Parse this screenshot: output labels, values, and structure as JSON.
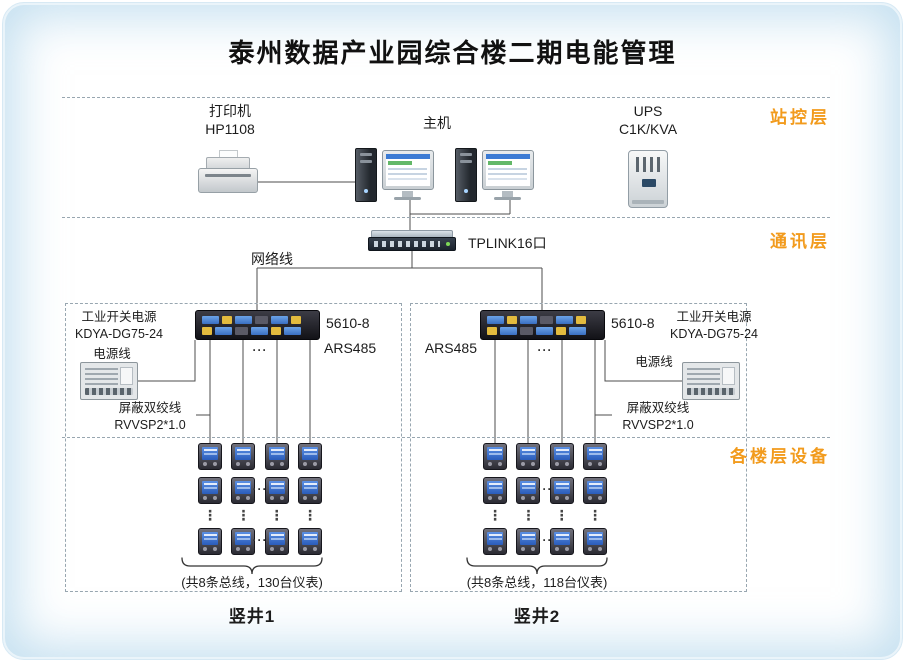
{
  "title": "泰州数据产业园综合楼二期电能管理",
  "layer_labels": {
    "station": "站控层",
    "communication": "通讯层",
    "floor_devices": "各楼层设备"
  },
  "station_layer": {
    "printer": {
      "name": "打印机",
      "model": "HP1108"
    },
    "host": {
      "name": "主机"
    },
    "ups": {
      "name": "UPS",
      "model": "C1K/KVA"
    }
  },
  "communication_layer": {
    "switch_model": "TPLINK16口",
    "network_cable": "网络线"
  },
  "shafts": [
    {
      "psu_name": "工业开关电源",
      "psu_model": "KDYA-DG75-24",
      "gateway_model": "5610-8",
      "bus_label": "ARS485",
      "power_cable": "电源线",
      "cable_name": "屏蔽双绞线",
      "cable_model": "RVVSP2*1.0",
      "summary": "(共8条总线，130台仪表)",
      "name": "竖井1"
    },
    {
      "psu_name": "工业开关电源",
      "psu_model": "KDYA-DG75-24",
      "gateway_model": "5610-8",
      "bus_label": "ARS485",
      "power_cable": "电源线",
      "cable_name": "屏蔽双绞线",
      "cable_model": "RVVSP2*1.0",
      "summary": "(共8条总线，118台仪表)",
      "name": "竖井2"
    }
  ],
  "symbols": {
    "h_ellipsis": "···",
    "v_ellipsis": "⋮"
  },
  "colors": {
    "accent_orange": "#F29B1D",
    "line": "#4d4d4d",
    "meter_screen": "#2f6fd6"
  }
}
